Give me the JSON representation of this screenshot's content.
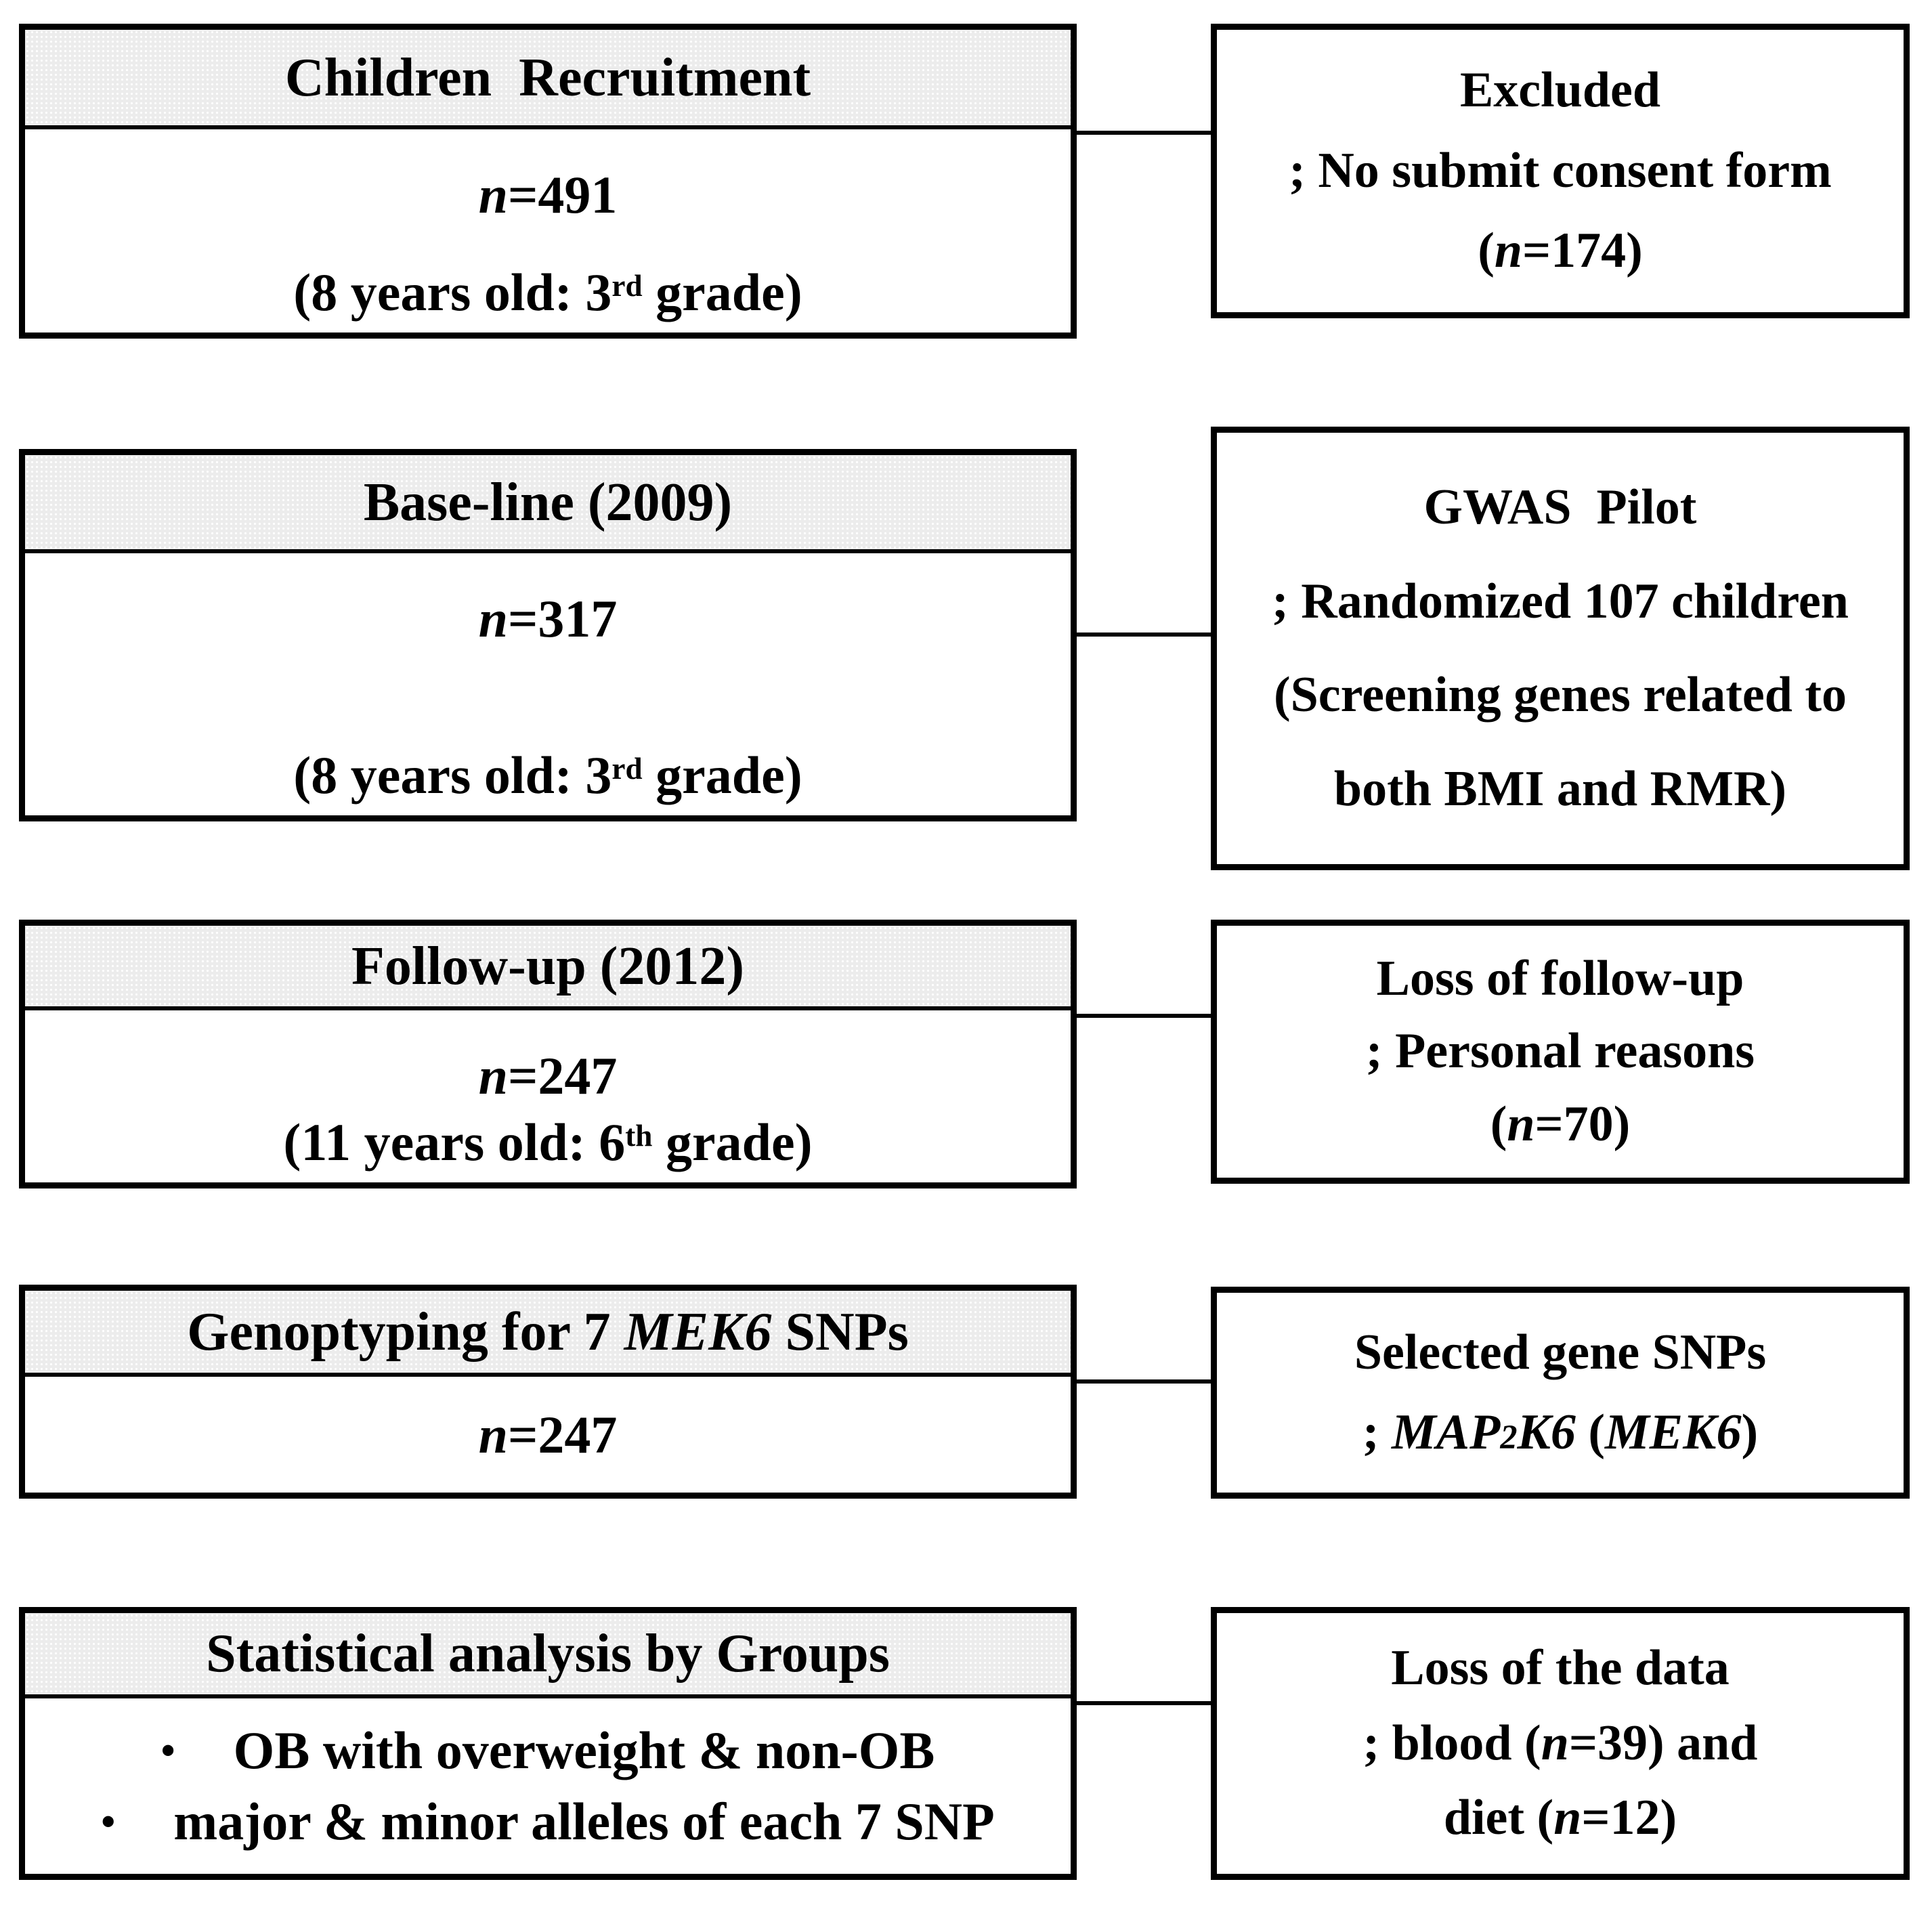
{
  "bullet_char": "•",
  "colors": {
    "border": "#000000",
    "header_fill": "#ececec",
    "header_dot": "#ffffff",
    "box_fill": "#ffffff",
    "text": "#000000",
    "page_bg": "#ffffff"
  },
  "rows": [
    {
      "left": {
        "header": [
          {
            "t": "Children  Recruitment"
          }
        ],
        "body_lines": [
          [
            {
              "t": "n",
              "c": "i"
            },
            {
              "t": "=491"
            }
          ],
          [
            {
              "t": "(8 years old: 3"
            },
            {
              "t": "rd",
              "c": "sup"
            },
            {
              "t": " grade)"
            }
          ]
        ]
      },
      "right": {
        "lines": [
          [
            {
              "t": "Excluded"
            }
          ],
          [
            {
              "t": "; No submit consent form"
            }
          ],
          [
            {
              "t": "("
            },
            {
              "t": "n",
              "c": "i"
            },
            {
              "t": "=174)"
            }
          ]
        ]
      }
    },
    {
      "left": {
        "header": [
          {
            "t": "Base-line (2009)"
          }
        ],
        "body_lines": [
          [
            {
              "t": "n",
              "c": "i"
            },
            {
              "t": "=317"
            }
          ],
          [
            {
              "t": "(8 years old: 3"
            },
            {
              "t": "rd",
              "c": "sup"
            },
            {
              "t": " grade)"
            }
          ]
        ]
      },
      "right": {
        "lines": [
          [
            {
              "t": "GWAS  Pilot"
            }
          ],
          [
            {
              "t": "; Randomized 107 children"
            }
          ],
          [
            {
              "t": "(Screening genes related to"
            }
          ],
          [
            {
              "t": "both BMI and RMR)"
            }
          ]
        ]
      }
    },
    {
      "left": {
        "header": [
          {
            "t": "Follow-up (2012)"
          }
        ],
        "body_lines": [
          [
            {
              "t": "n",
              "c": "i"
            },
            {
              "t": "=247"
            }
          ],
          [
            {
              "t": "(11 years old: 6"
            },
            {
              "t": "th",
              "c": "sup"
            },
            {
              "t": " grade)"
            }
          ]
        ]
      },
      "right": {
        "lines": [
          [
            {
              "t": "Loss of follow-up"
            }
          ],
          [
            {
              "t": "; Personal reasons"
            }
          ],
          [
            {
              "t": "("
            },
            {
              "t": "n",
              "c": "i"
            },
            {
              "t": "=70)"
            }
          ]
        ]
      }
    },
    {
      "left": {
        "header": [
          {
            "t": "Genoptyping for 7 "
          },
          {
            "t": "MEK6",
            "c": "i"
          },
          {
            "t": " SNPs"
          }
        ],
        "body_lines": [
          [
            {
              "t": "n",
              "c": "i"
            },
            {
              "t": "=247"
            }
          ]
        ]
      },
      "right": {
        "lines": [
          [
            {
              "t": "Selected gene SNPs"
            }
          ],
          [
            {
              "t": "; "
            },
            {
              "t": "MAP",
              "c": "i"
            },
            {
              "t": "2",
              "c": "i small"
            },
            {
              "t": "K6",
              "c": "i"
            },
            {
              "t": " ("
            },
            {
              "t": "MEK6",
              "c": "i"
            },
            {
              "t": ")"
            }
          ]
        ]
      }
    },
    {
      "left": {
        "header": [
          {
            "t": "Statistical analysis by Groups"
          }
        ],
        "bullets": [
          [
            {
              "t": "OB with overweight & non-OB"
            }
          ],
          [
            {
              "t": "major & minor alleles of each 7 SNP"
            }
          ]
        ]
      },
      "right": {
        "lines": [
          [
            {
              "t": "Loss of the data"
            }
          ],
          [
            {
              "t": "; blood ("
            },
            {
              "t": "n",
              "c": "i"
            },
            {
              "t": "=39) and"
            }
          ],
          [
            {
              "t": "diet ("
            },
            {
              "t": "n",
              "c": "i"
            },
            {
              "t": "=12)"
            }
          ]
        ]
      }
    }
  ]
}
